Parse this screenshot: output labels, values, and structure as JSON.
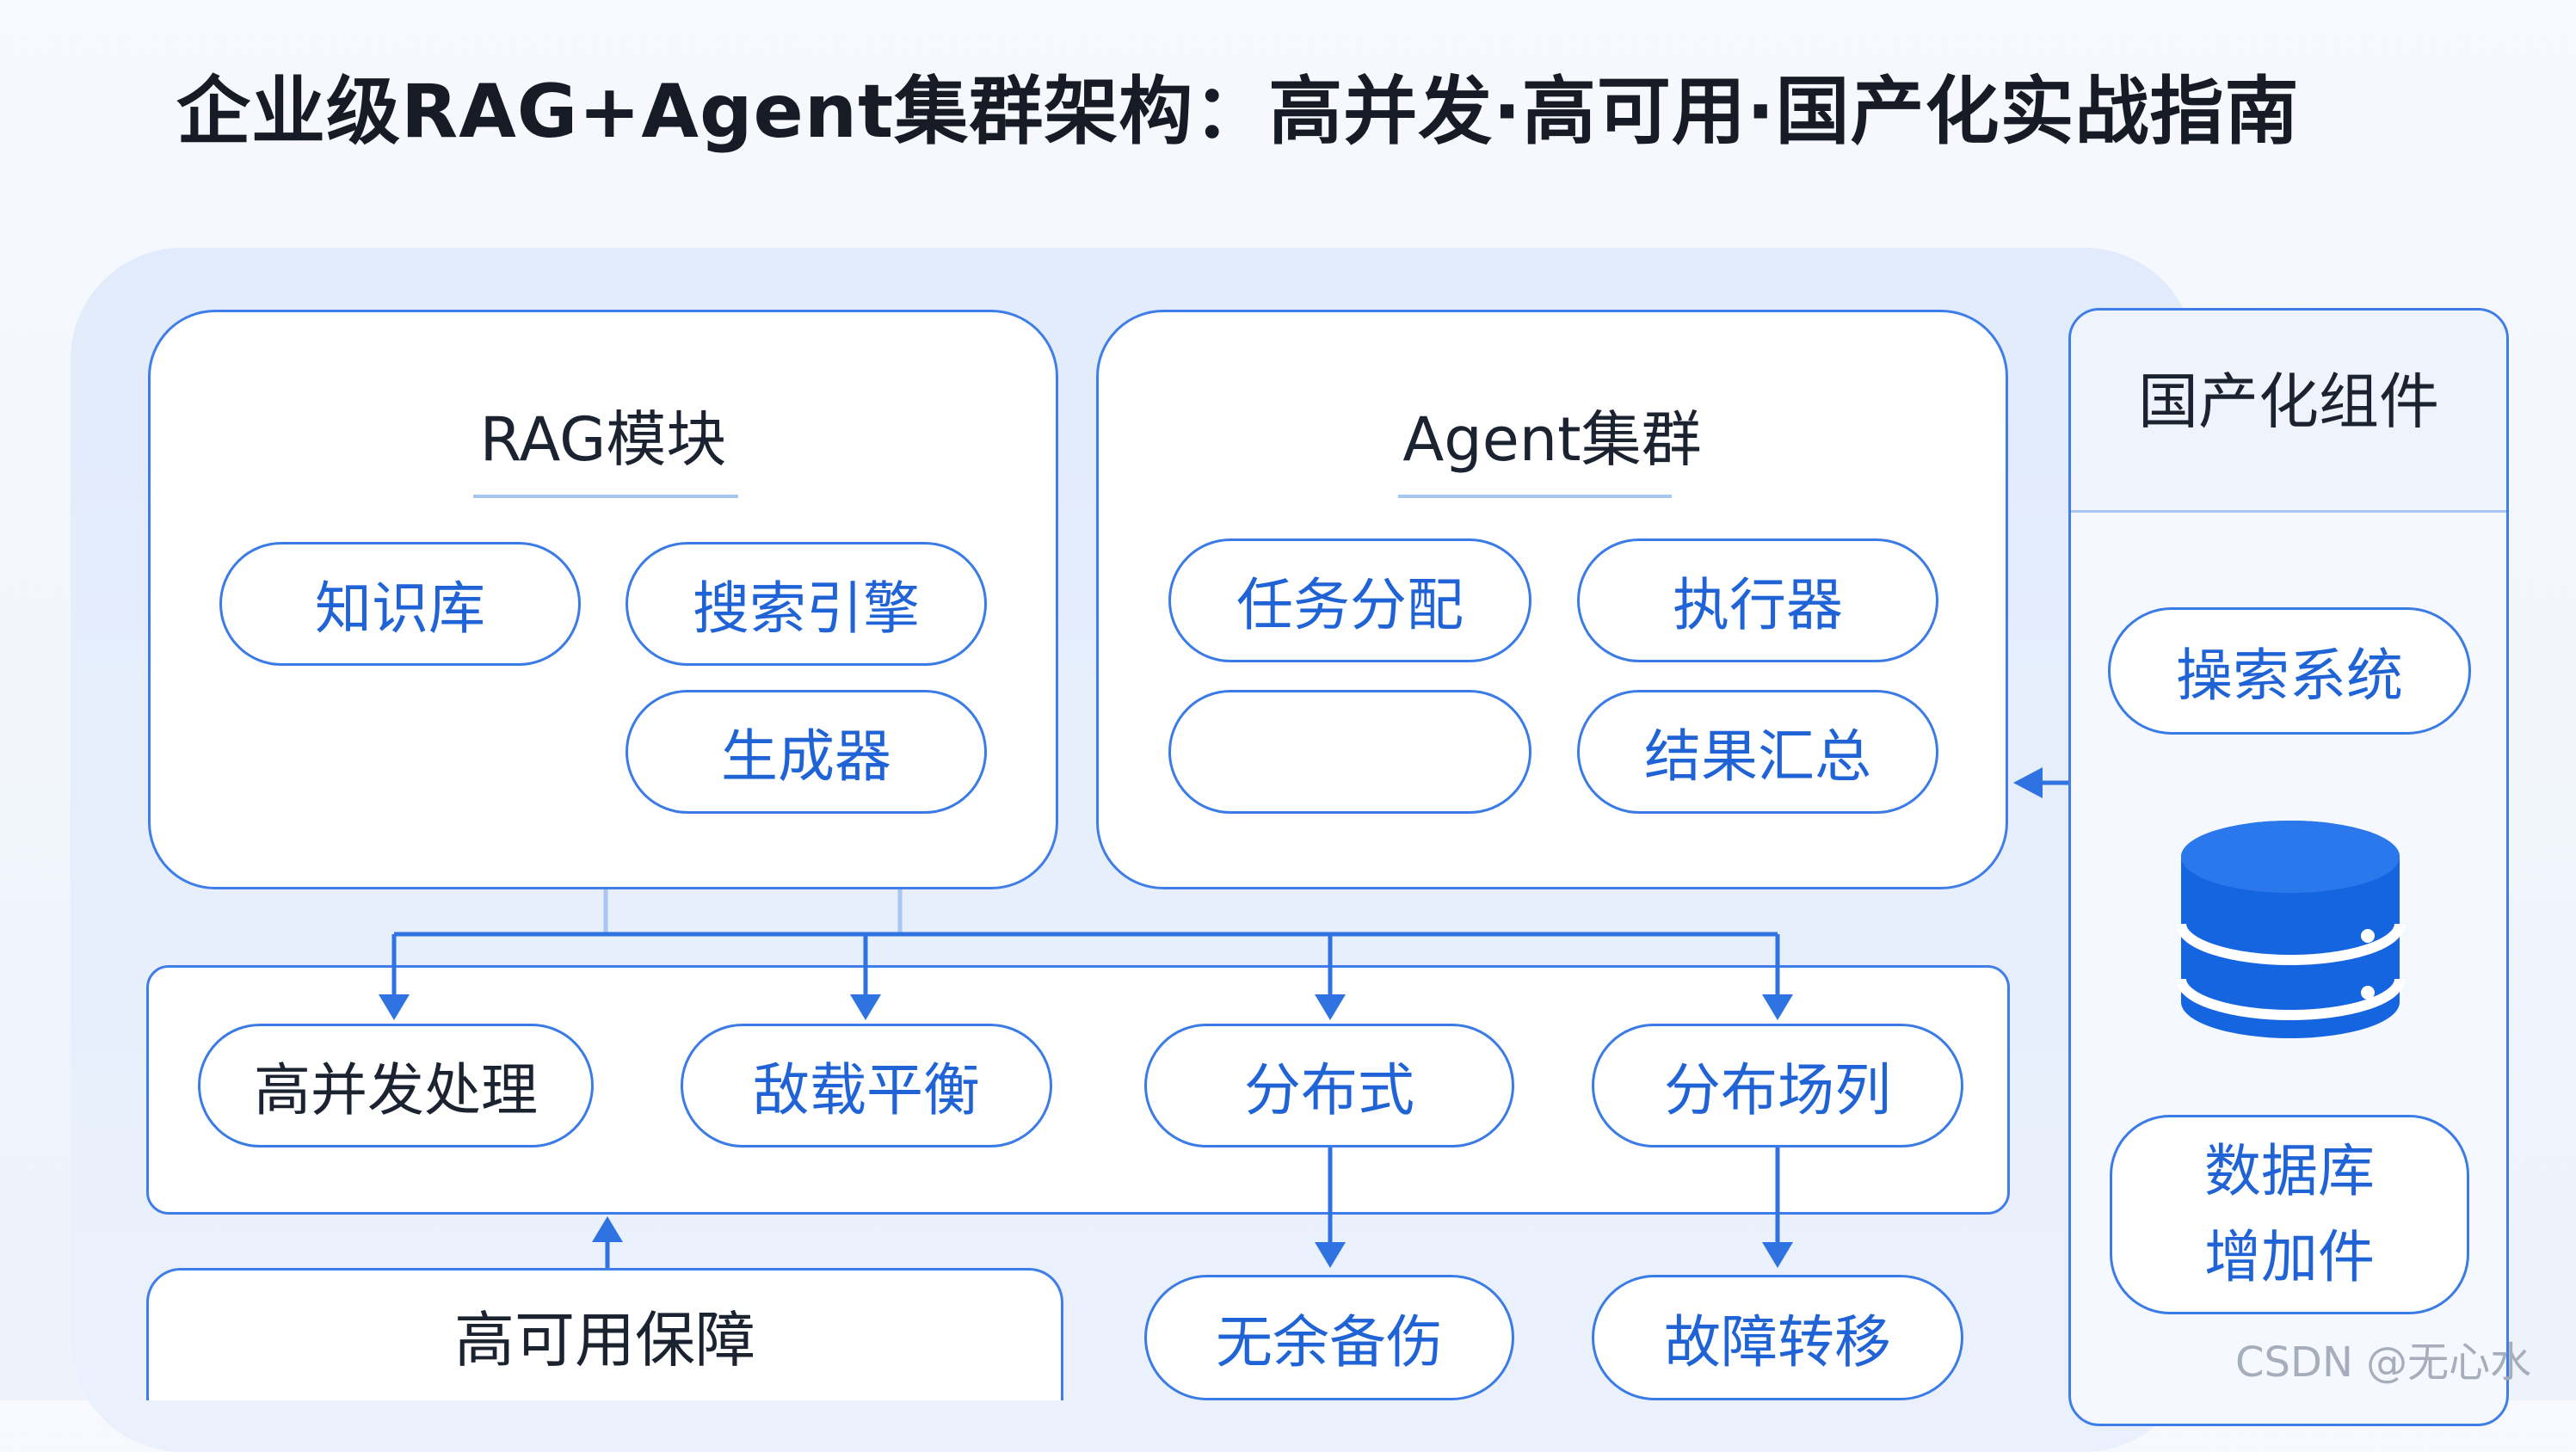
{
  "title": "企业级RAG+Agent集群架构：高并发·高可用·国产化实战指南",
  "rag_module": {
    "title": "RAG模块",
    "items": [
      "知识库",
      "搜索引擎",
      "生成器"
    ]
  },
  "agent_cluster": {
    "title": "Agent集群",
    "items": [
      "任务分配",
      "执行器",
      "",
      "结果汇总"
    ]
  },
  "infrastructure": {
    "items": [
      "高并发处理",
      "敌载平衡",
      "分布式",
      "分布场列"
    ]
  },
  "high_availability": {
    "title": "高可用保障",
    "items": [
      "无余备伤",
      "故障转移"
    ]
  },
  "domestic_components": {
    "title": "国产化组件",
    "search_system": "操索系统",
    "database_icon": "database-icon",
    "database_plugin_line1": "数据库",
    "database_plugin_line2": "增加件"
  },
  "watermark": "CSDN @无心水",
  "colors": {
    "accent": "#3a7be6",
    "pill_text": "#1f63d6",
    "database": "#1565e0",
    "panel": "#e3ecfb"
  }
}
